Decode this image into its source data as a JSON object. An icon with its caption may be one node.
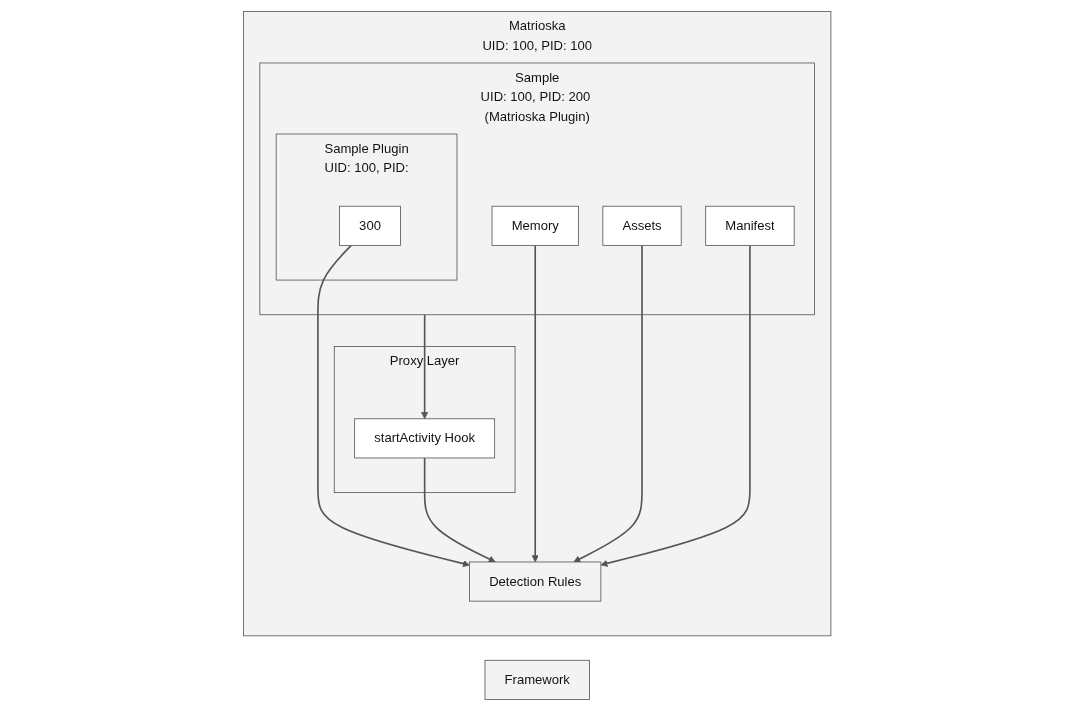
{
  "diagram": {
    "nodes": [
      {
        "text": [
          "Matrioska",
          "UID: 100, PID: 100"
        ]
      },
      {
        "text": [
          "Sample",
          "UID: 100, PID: 200 (Matrioska Plugin)"
        ],
        "in": 0
      },
      {
        "text": [
          "Sample Plugin",
          "UID: 100, PID:"
        ],
        "in": 1
      },
      {
        "text": [
          "300"
        ],
        "in": 2
      },
      {
        "text": [
          "Memory"
        ],
        "in": 1
      },
      {
        "text": [
          "Assets"
        ],
        "in": 1
      },
      {
        "text": [
          "Manifest"
        ],
        "in": 1
      },
      {
        "text": [
          "Proxy Layer"
        ],
        "in": 0
      },
      {
        "text": [
          "startActivity Hook"
        ],
        "in": 7
      },
      {
        "text": [
          "Detection Rules"
        ],
        "in": 0
      },
      {
        "text": [
          "Framework"
        ]
      }
    ],
    "edges": [
      {
        "from": 3,
        "to": 9,
        "arrow": "to"
      },
      {
        "from": 4,
        "to": 9,
        "arrow": "to"
      },
      {
        "from": 5,
        "to": 9,
        "arrow": "to"
      },
      {
        "from": 6,
        "to": 9,
        "arrow": "to"
      },
      {
        "from": 1,
        "to": 8,
        "arrow": "to"
      },
      {
        "from": 8,
        "to": 9,
        "arrow": "to"
      }
    ]
  }
}
